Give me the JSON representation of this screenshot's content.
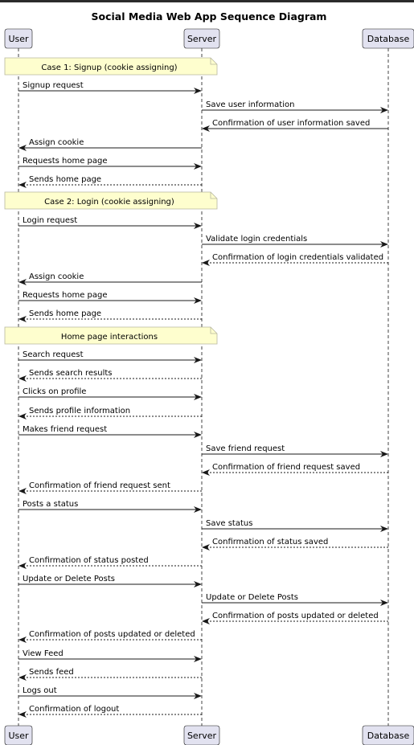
{
  "title": "Social Media Web App Sequence Diagram",
  "participants": [
    {
      "id": "user",
      "label": "User"
    },
    {
      "id": "server",
      "label": "Server"
    },
    {
      "id": "db",
      "label": "Database"
    }
  ],
  "notes": [
    {
      "label": "Case 1: Signup (cookie assigning)"
    },
    {
      "label": "Case 2: Login (cookie assigning)"
    },
    {
      "label": "Home page interactions"
    }
  ],
  "messages": [
    {
      "from": "user",
      "to": "server",
      "label": "Signup request",
      "dashed": false
    },
    {
      "from": "server",
      "to": "db",
      "label": "Save user information",
      "dashed": false
    },
    {
      "from": "db",
      "to": "server",
      "label": "Confirmation of user information saved",
      "dashed": false
    },
    {
      "from": "server",
      "to": "user",
      "label": "Assign cookie",
      "dashed": false
    },
    {
      "from": "user",
      "to": "server",
      "label": "Requests home page",
      "dashed": false
    },
    {
      "from": "server",
      "to": "user",
      "label": "Sends home page",
      "dashed": true
    },
    {
      "from": "user",
      "to": "server",
      "label": "Login request",
      "dashed": false
    },
    {
      "from": "server",
      "to": "db",
      "label": "Validate login credentials",
      "dashed": false
    },
    {
      "from": "db",
      "to": "server",
      "label": "Confirmation of login credentials validated",
      "dashed": true
    },
    {
      "from": "server",
      "to": "user",
      "label": "Assign cookie",
      "dashed": false
    },
    {
      "from": "user",
      "to": "server",
      "label": "Requests home page",
      "dashed": false
    },
    {
      "from": "server",
      "to": "user",
      "label": "Sends home page",
      "dashed": true
    },
    {
      "from": "user",
      "to": "server",
      "label": "Search request",
      "dashed": false
    },
    {
      "from": "server",
      "to": "user",
      "label": "Sends search results",
      "dashed": true
    },
    {
      "from": "user",
      "to": "server",
      "label": "Clicks on profile",
      "dashed": false
    },
    {
      "from": "server",
      "to": "user",
      "label": "Sends profile information",
      "dashed": true
    },
    {
      "from": "user",
      "to": "server",
      "label": "Makes friend request",
      "dashed": false
    },
    {
      "from": "server",
      "to": "db",
      "label": "Save friend request",
      "dashed": false
    },
    {
      "from": "db",
      "to": "server",
      "label": "Confirmation of friend request saved",
      "dashed": true
    },
    {
      "from": "server",
      "to": "user",
      "label": "Confirmation of friend request sent",
      "dashed": true
    },
    {
      "from": "user",
      "to": "server",
      "label": "Posts a status",
      "dashed": false
    },
    {
      "from": "server",
      "to": "db",
      "label": "Save status",
      "dashed": false
    },
    {
      "from": "db",
      "to": "server",
      "label": "Confirmation of status saved",
      "dashed": true
    },
    {
      "from": "server",
      "to": "user",
      "label": "Confirmation of status posted",
      "dashed": true
    },
    {
      "from": "user",
      "to": "server",
      "label": "Update or Delete Posts",
      "dashed": false
    },
    {
      "from": "server",
      "to": "db",
      "label": "Update or Delete Posts",
      "dashed": false
    },
    {
      "from": "db",
      "to": "server",
      "label": "Confirmation of posts updated or deleted",
      "dashed": true
    },
    {
      "from": "server",
      "to": "user",
      "label": "Confirmation of posts updated or deleted",
      "dashed": true
    },
    {
      "from": "user",
      "to": "server",
      "label": "View Feed",
      "dashed": false
    },
    {
      "from": "server",
      "to": "user",
      "label": "Sends feed",
      "dashed": true
    },
    {
      "from": "user",
      "to": "server",
      "label": "Logs out",
      "dashed": false
    },
    {
      "from": "server",
      "to": "user",
      "label": "Confirmation of logout",
      "dashed": true
    }
  ],
  "colors": {
    "participant_fill": "#e2e2f0",
    "participant_border": "#181818",
    "note_fill": "#fefece",
    "note_border": "#b6b6a0",
    "line": "#181818",
    "lifeline": "#181818",
    "background": "#ffffff",
    "top_bar": "#2b2b2b"
  }
}
